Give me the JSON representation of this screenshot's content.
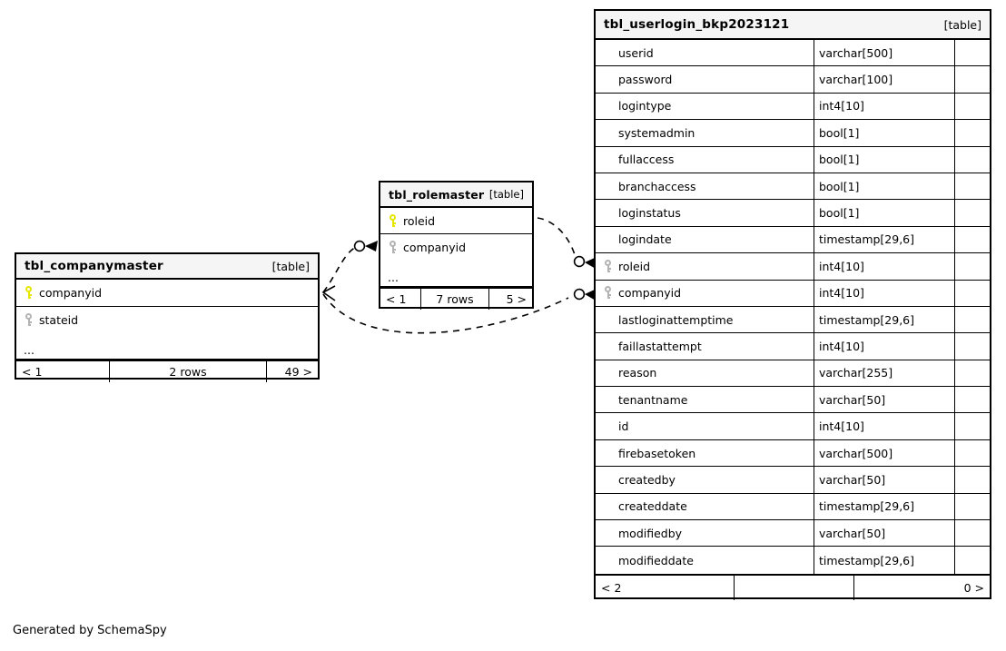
{
  "diagram": {
    "caption": "Generated by SchemaSpy",
    "table_tag": "[table]",
    "ellipsis": "...",
    "colors": {
      "pk_key": "#e6e600",
      "fk_key": "#b3b3b3",
      "header_bg": "#f5f5f5",
      "border": "#000000"
    }
  },
  "tables": {
    "userlogin": {
      "name": "tbl_userlogin_bkp2023121",
      "tag": "[table]",
      "columns": [
        {
          "name": "userid",
          "type": "varchar[500]",
          "key": "none"
        },
        {
          "name": "password",
          "type": "varchar[100]",
          "key": "none"
        },
        {
          "name": "logintype",
          "type": "int4[10]",
          "key": "none"
        },
        {
          "name": "systemadmin",
          "type": "bool[1]",
          "key": "none"
        },
        {
          "name": "fullaccess",
          "type": "bool[1]",
          "key": "none"
        },
        {
          "name": "branchaccess",
          "type": "bool[1]",
          "key": "none"
        },
        {
          "name": "loginstatus",
          "type": "bool[1]",
          "key": "none"
        },
        {
          "name": "logindate",
          "type": "timestamp[29,6]",
          "key": "none"
        },
        {
          "name": "roleid",
          "type": "int4[10]",
          "key": "fk"
        },
        {
          "name": "companyid",
          "type": "int4[10]",
          "key": "fk"
        },
        {
          "name": "lastloginattemptime",
          "type": "timestamp[29,6]",
          "key": "none"
        },
        {
          "name": "faillastattempt",
          "type": "int4[10]",
          "key": "none"
        },
        {
          "name": "reason",
          "type": "varchar[255]",
          "key": "none"
        },
        {
          "name": "tenantname",
          "type": "varchar[50]",
          "key": "none"
        },
        {
          "name": "id",
          "type": "int4[10]",
          "key": "none"
        },
        {
          "name": "firebasetoken",
          "type": "varchar[500]",
          "key": "none"
        },
        {
          "name": "createdby",
          "type": "varchar[50]",
          "key": "none"
        },
        {
          "name": "createddate",
          "type": "timestamp[29,6]",
          "key": "none"
        },
        {
          "name": "modifiedby",
          "type": "varchar[50]",
          "key": "none"
        },
        {
          "name": "modifieddate",
          "type": "timestamp[29,6]",
          "key": "none"
        }
      ],
      "footer": {
        "left": "< 2",
        "middle": "",
        "right": "0 >"
      }
    },
    "rolemaster": {
      "name": "tbl_rolemaster",
      "tag": "[table]",
      "columns": [
        {
          "name": "roleid",
          "type": "",
          "key": "pk"
        },
        {
          "name": "companyid",
          "type": "",
          "key": "fk"
        }
      ],
      "ellipsis": "...",
      "footer": {
        "left": "< 1",
        "middle": "7 rows",
        "right": "5 >"
      }
    },
    "companymaster": {
      "name": "tbl_companymaster",
      "tag": "[table]",
      "columns": [
        {
          "name": "companyid",
          "type": "",
          "key": "pk"
        },
        {
          "name": "stateid",
          "type": "",
          "key": "fk"
        }
      ],
      "ellipsis": "...",
      "footer": {
        "left": "< 1",
        "middle": "2 rows",
        "right": "49 >"
      }
    }
  },
  "relationships": [
    {
      "from": "tbl_companymaster.companyid",
      "to": "tbl_rolemaster.companyid",
      "style": "dashed"
    },
    {
      "from": "tbl_rolemaster.roleid",
      "to": "tbl_userlogin_bkp2023121.roleid",
      "style": "dashed"
    },
    {
      "from": "tbl_companymaster.companyid",
      "to": "tbl_userlogin_bkp2023121.companyid",
      "style": "dashed"
    }
  ]
}
